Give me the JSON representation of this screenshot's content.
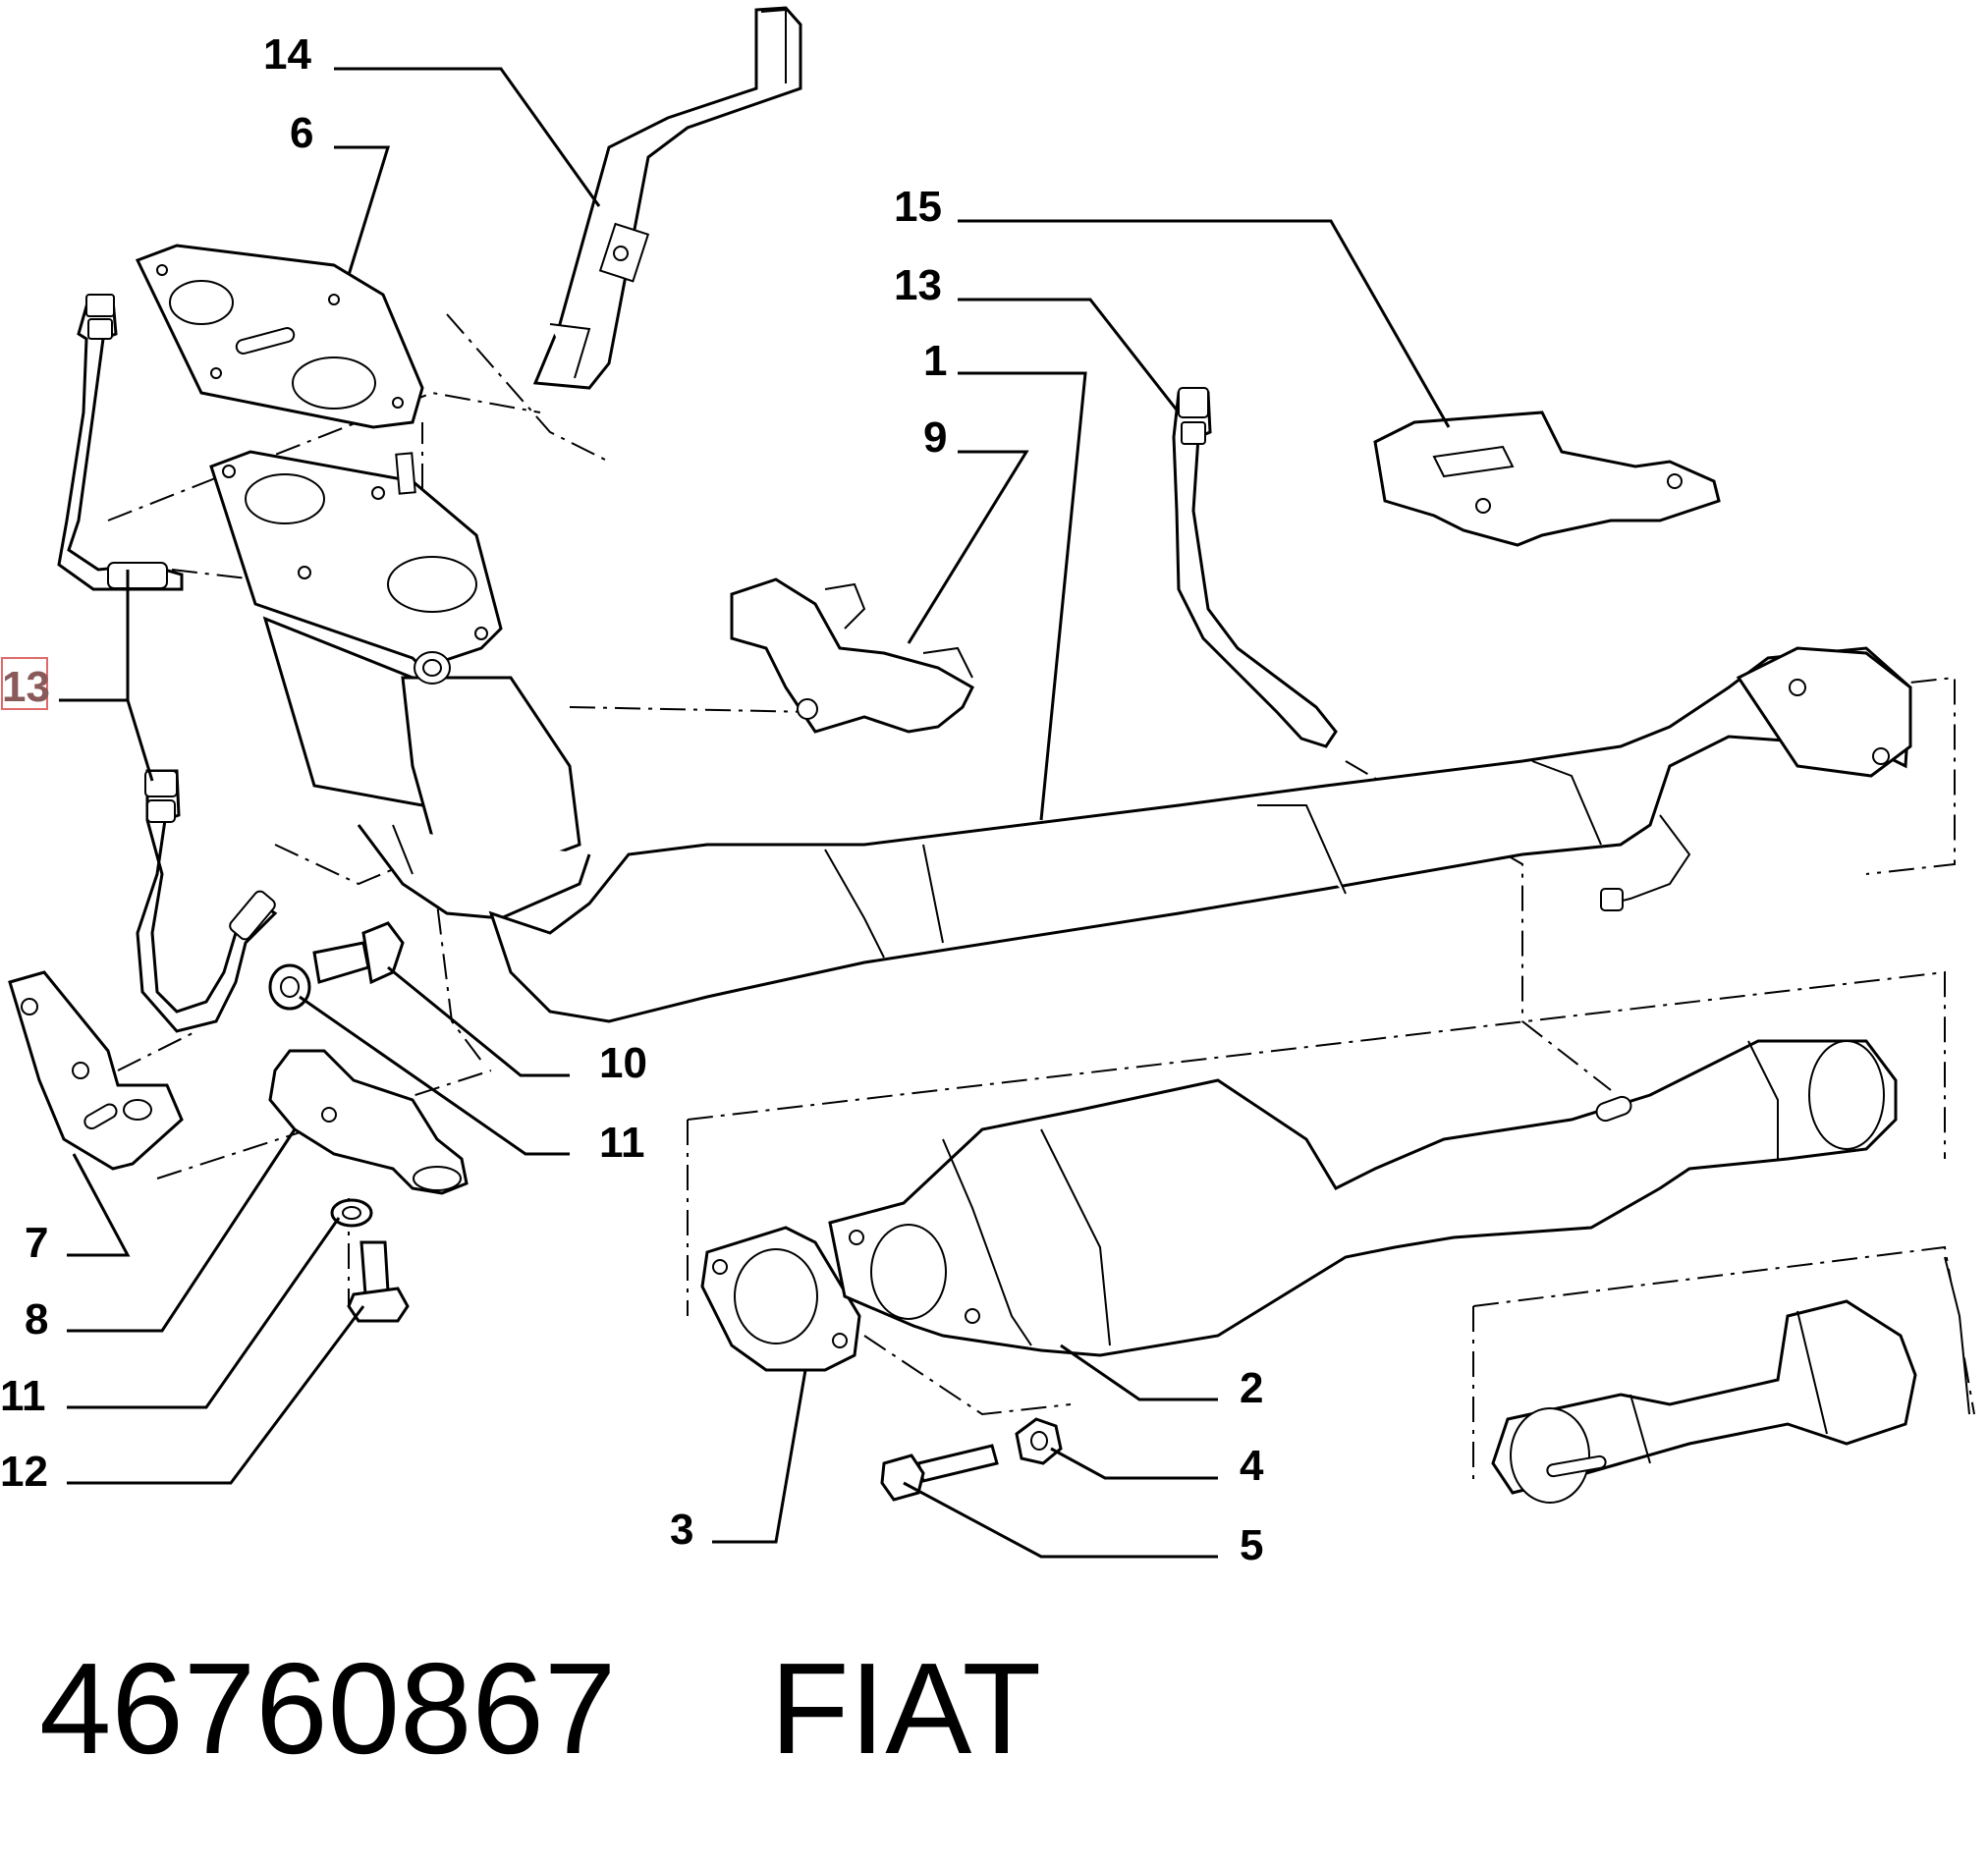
{
  "callouts": {
    "c14": "14",
    "c6": "6",
    "c15": "15",
    "c13_top": "13",
    "c1": "1",
    "c9": "9",
    "c13_left": "13",
    "c10": "10",
    "c11_mid": "11",
    "c7": "7",
    "c8": "8",
    "c11_low": "11",
    "c12": "12",
    "c2": "2",
    "c4": "4",
    "c5": "5",
    "c3": "3"
  },
  "footer": {
    "part_number": "46760867",
    "brand": "FIAT"
  },
  "colors": {
    "line": "#000000",
    "background": "#ffffff",
    "highlight_text": "#8a5a5a",
    "highlight_box": "#e06a6a"
  }
}
